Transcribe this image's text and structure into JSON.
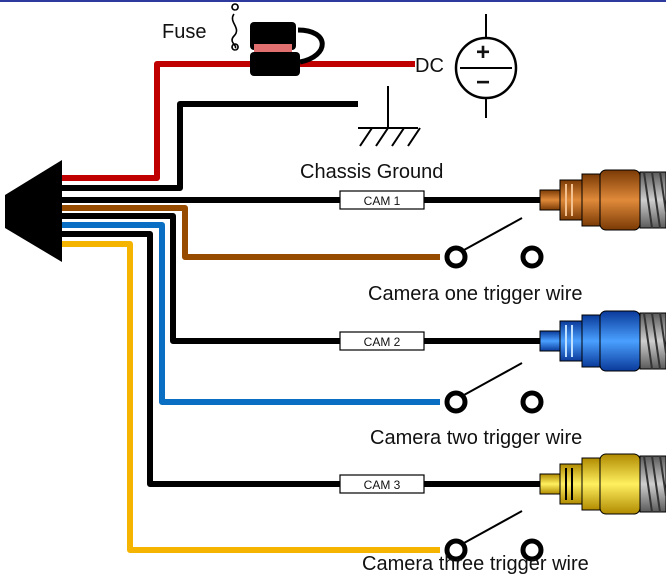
{
  "labels": {
    "fuse": "Fuse",
    "dc": "DC",
    "chassis_ground": "Chassis Ground",
    "cam1": "CAM 1",
    "cam2": "CAM 2",
    "cam3": "CAM 3",
    "trigger1": "Camera one trigger wire",
    "trigger2": "Camera two trigger wire",
    "trigger3": "Camera three trigger wire"
  },
  "battery": {
    "plus": "+",
    "minus": "−"
  },
  "colors": {
    "power": "#c00000",
    "ground": "#000000",
    "trigger1": "#964b00",
    "trigger2": "#0a6fc2",
    "trigger3": "#f5b400",
    "cam1_connector": "#c8640f",
    "cam2_connector": "#1f6fe0",
    "cam3_connector": "#f0c800",
    "connector_metal": "#8a8a8a"
  }
}
